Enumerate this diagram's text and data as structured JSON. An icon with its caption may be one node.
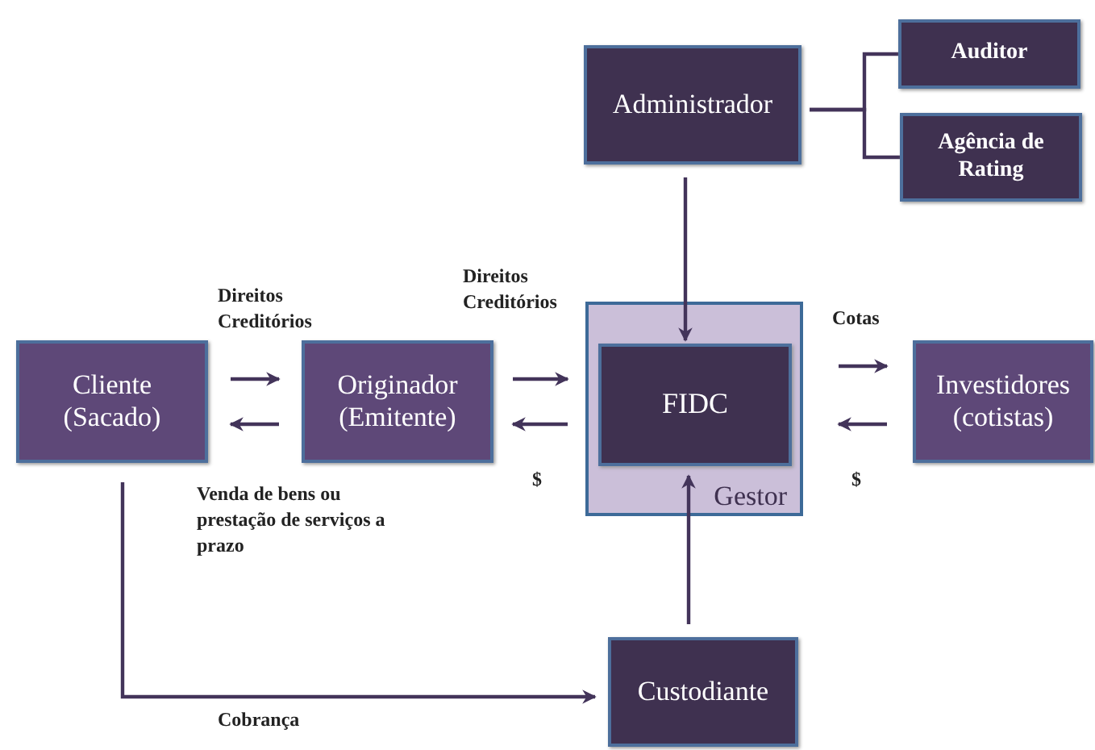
{
  "diagram": {
    "nodes": [
      {
        "text": [
          "Administrador"
        ]
      },
      {
        "text": [
          "Auditor"
        ]
      },
      {
        "text": [
          "Agência de Rating"
        ]
      },
      {
        "text": [
          "Gestor"
        ]
      },
      {
        "text": [
          "FIDC"
        ],
        "in": 3
      },
      {
        "text": [
          "Cliente (Sacado)"
        ]
      },
      {
        "text": [
          "Originador (Emitente)"
        ]
      },
      {
        "text": [
          "Investidores (cotistas)"
        ]
      },
      {
        "text": [
          "Custodiante"
        ]
      }
    ],
    "edges": [
      {
        "from": 5,
        "to": 6,
        "arrow": "to",
        "label": "Direitos Creditórios"
      },
      {
        "from": 6,
        "to": 5,
        "arrow": "to",
        "label": "Venda de bens ou prestação de serviços a prazo"
      },
      {
        "from": 6,
        "to": 3,
        "arrow": "to",
        "label": "Direitos Creditórios"
      },
      {
        "from": 3,
        "to": 6,
        "arrow": "to",
        "label": "$"
      },
      {
        "from": 3,
        "to": 7,
        "arrow": "to",
        "label": "Cotas"
      },
      {
        "from": 7,
        "to": 3,
        "arrow": "to",
        "label": "$"
      },
      {
        "from": 0,
        "to": 4,
        "arrow": "to"
      },
      {
        "from": 8,
        "to": 4,
        "arrow": "to"
      },
      {
        "from": 0,
        "to": 1,
        "arrow": "none"
      },
      {
        "from": 0,
        "to": 2,
        "arrow": "none"
      },
      {
        "from": 5,
        "to": 8,
        "arrow": "to",
        "label": "Cobrança"
      }
    ]
  }
}
